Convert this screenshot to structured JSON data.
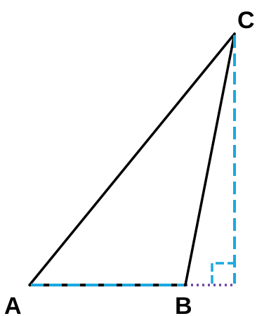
{
  "diagram": {
    "vertices": {
      "a": {
        "label": "A"
      },
      "b": {
        "label": "B"
      },
      "c": {
        "label": "C"
      }
    },
    "colors": {
      "triangle_edge": "#000000",
      "altitude_dashed": "#1ba8e0",
      "base_dashed": "#1ba8e0",
      "extension_dotted": "#6a3fa0",
      "right_angle_marker": "#1ba8e0",
      "label_text": "#000000"
    }
  }
}
